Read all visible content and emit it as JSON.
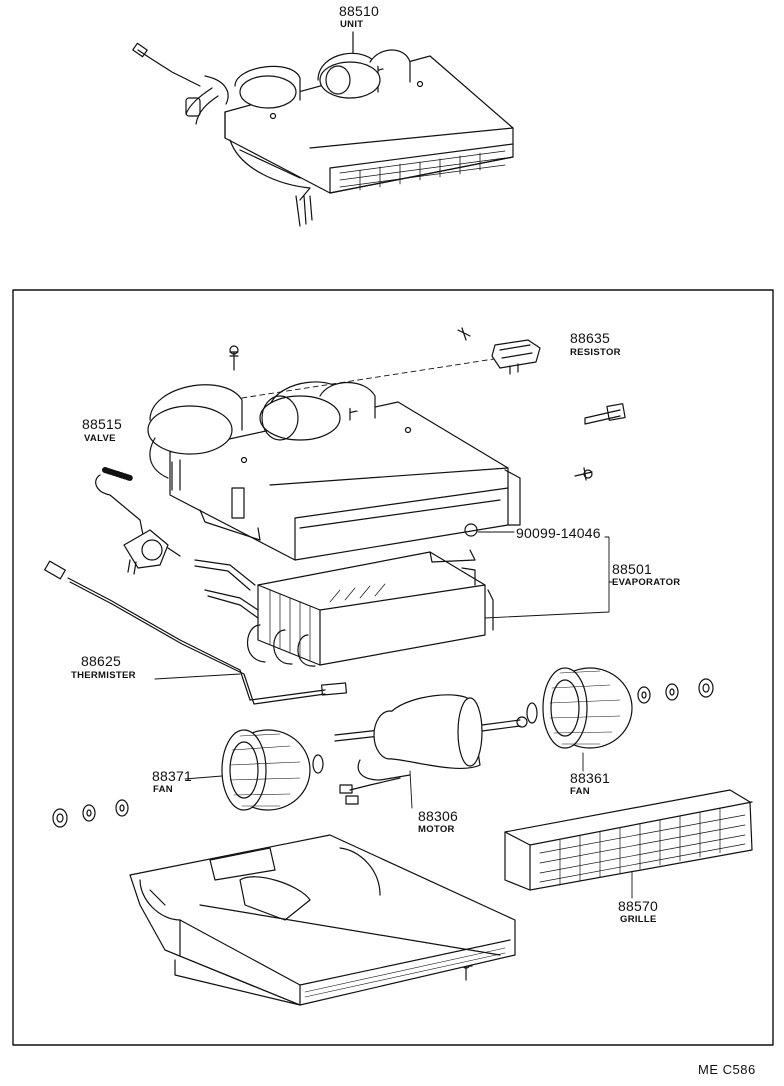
{
  "parts": {
    "unit": {
      "number": "88510",
      "name": "UNIT"
    },
    "resistor": {
      "number": "88635",
      "name": "RESISTOR"
    },
    "valve": {
      "number": "88515",
      "name": "VALVE"
    },
    "oring": {
      "number": "90099-14046"
    },
    "evaporator": {
      "number": "88501",
      "name": "EVAPORATOR"
    },
    "thermister": {
      "number": "88625",
      "name": "THERMISTER"
    },
    "fan_left": {
      "number": "88371",
      "name": "FAN"
    },
    "fan_right": {
      "number": "88361",
      "name": "FAN"
    },
    "motor": {
      "number": "88306",
      "name": "MOTOR"
    },
    "grille": {
      "number": "88570",
      "name": "GRILLE"
    }
  },
  "drawing_ref": "ME  C586"
}
